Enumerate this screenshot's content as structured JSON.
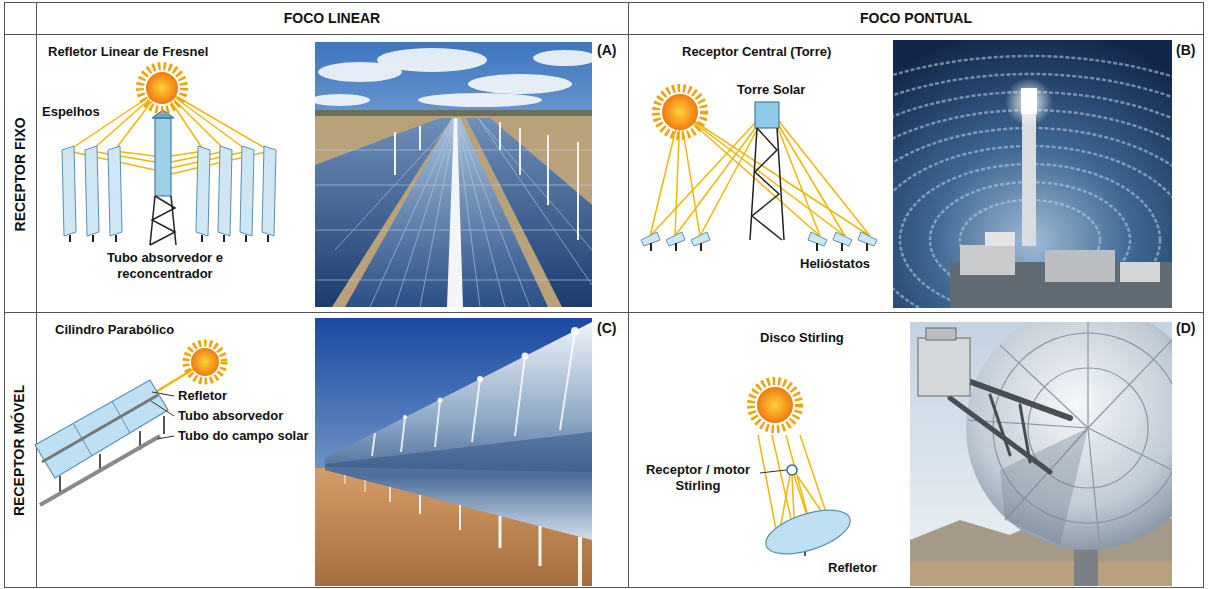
{
  "diagram": {
    "labels": [
      "FOCO LINEAR",
      "FOCO PONTUAL",
      "RECEPTOR FIXO",
      "RECEPTOR MÓVEL",
      "Refletor Linear de Fresnel",
      "Espelhos",
      "Tubo absorvedor e reconcentrador",
      "(A)",
      "Receptor Central (Torre)",
      "Torre Solar",
      "Helióstatos",
      "(B)",
      "Cilindro Parabólico",
      "Refletor",
      "Tubo absorvedor",
      "Tubo do campo solar",
      "(C)",
      "Disco Stirling",
      "Receptor / motor Stirling",
      "Refletor",
      "(D)"
    ]
  }
}
